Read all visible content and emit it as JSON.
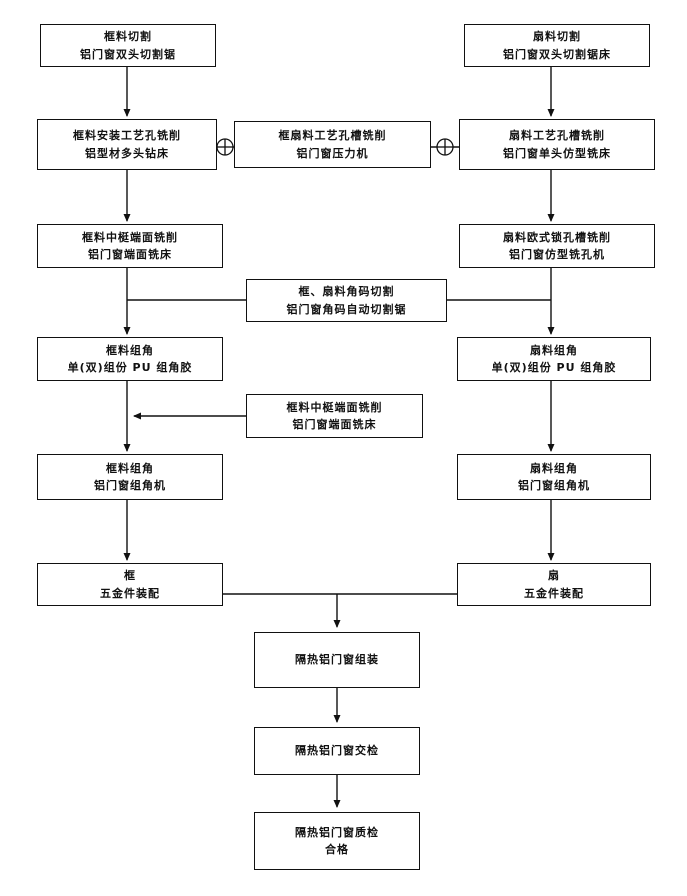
{
  "diagram": {
    "colors": {
      "line": "#111111",
      "box_border": "#111111",
      "box_fill": "#ffffff",
      "background": "#ffffff"
    },
    "junction_icon": "circle-plus",
    "nodes": {
      "frame_cutting": {
        "line1": "框料切割",
        "line2": "铝门窗双头切割锯"
      },
      "sash_cutting": {
        "line1": "扇料切割",
        "line2": "铝门窗双头切割锯床"
      },
      "frame_process_holes": {
        "line1": "框料安装工艺孔铣削",
        "line2": "铝型材多头钻床"
      },
      "frame_sash_slots": {
        "line1": "框扇料工艺孔槽铣削",
        "line2": "铝门窗压力机"
      },
      "sash_process_slots": {
        "line1": "扇料工艺孔槽铣削",
        "line2": "铝门窗单头仿型铣床"
      },
      "frame_mullion_milling": {
        "line1": "框料中梃端面铣削",
        "line2": "铝门窗端面铣床"
      },
      "sash_euro_milling": {
        "line1": "扇料欧式锁孔槽铣削",
        "line2": "铝门窗仿型铣孔机"
      },
      "corner_key_cutting": {
        "line1": "框、扇料角码切割",
        "line2": "铝门窗角码自动切割锯"
      },
      "frame_corner_glue": {
        "line1": "框料组角",
        "line2": "单(双)组份 PU 组角胶"
      },
      "sash_corner_glue": {
        "line1": "扇料组角",
        "line2": "单(双)组份 PU 组角胶"
      },
      "mullion_end_milling": {
        "line1": "框料中梃端面铣削",
        "line2": "铝门窗端面铣床"
      },
      "frame_corner_crimp": {
        "line1": "框料组角",
        "line2": "铝门窗组角机"
      },
      "sash_corner_crimp": {
        "line1": "扇料组角",
        "line2": "铝门窗组角机"
      },
      "frame_hardware": {
        "line1": "框",
        "line2": "五金件装配"
      },
      "sash_hardware": {
        "line1": "扇",
        "line2": "五金件装配"
      },
      "assembly": {
        "line1": "隔热铝门窗组装"
      },
      "handover_inspection": {
        "line1": "隔热铝门窗交检"
      },
      "quality_check": {
        "line1": "隔热铝门窗质检",
        "line2": "合格"
      }
    }
  }
}
